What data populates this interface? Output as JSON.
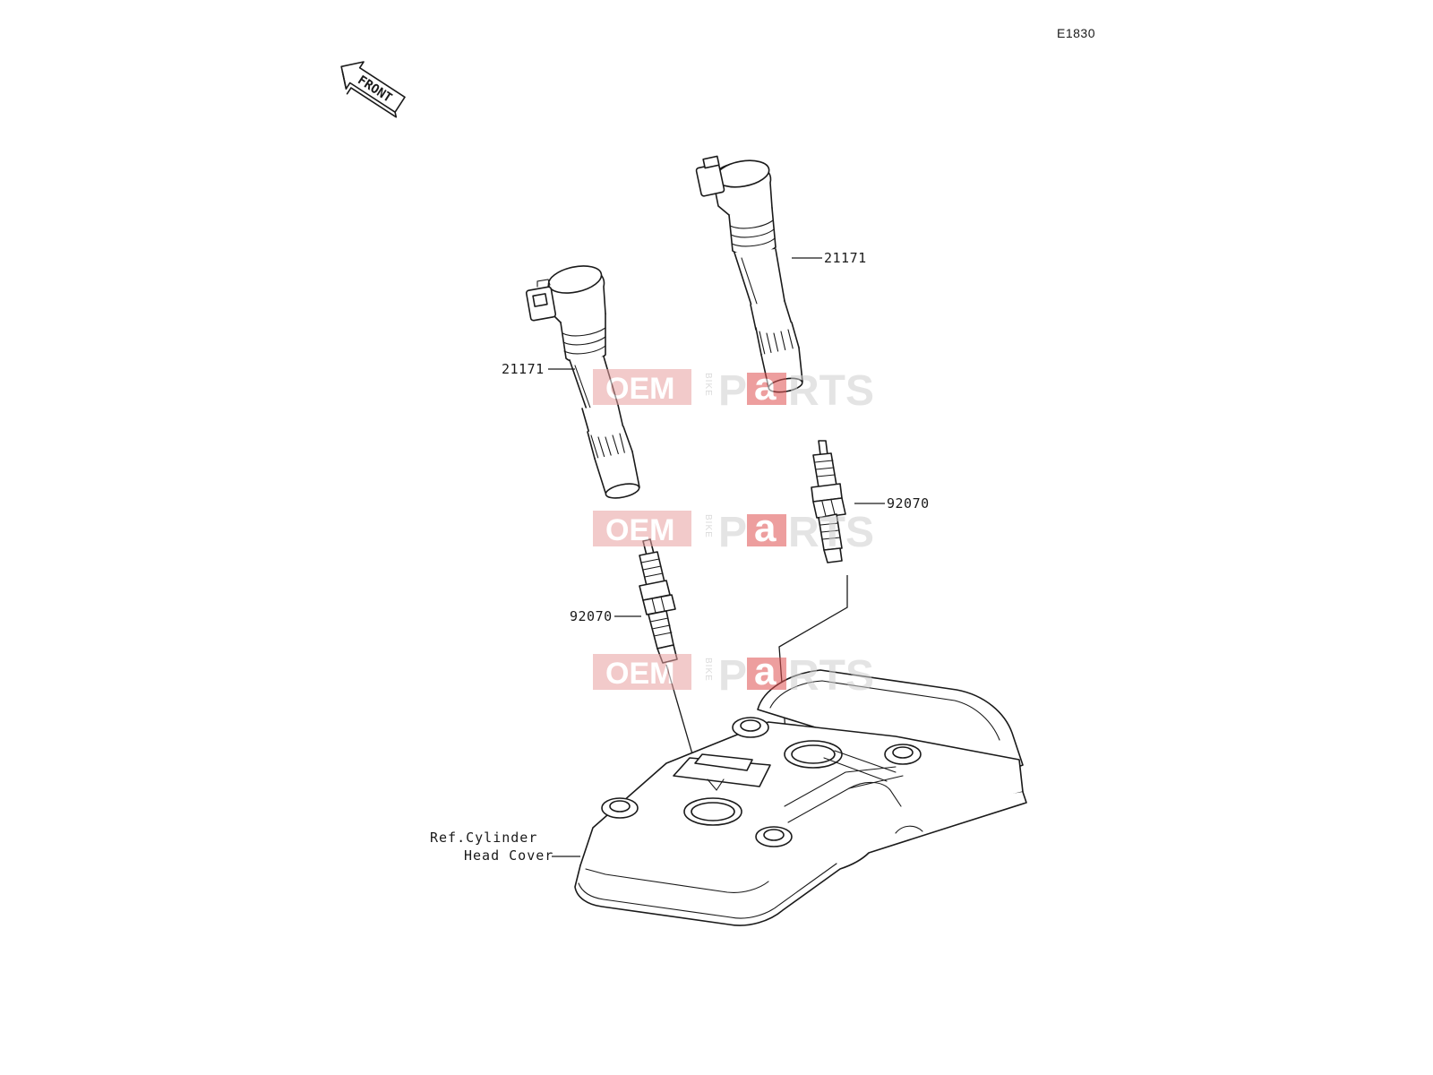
{
  "diagram": {
    "code": "E1830",
    "front_label": "FRONT",
    "labels": {
      "coil_left": "21171",
      "coil_right": "21171",
      "plug_left": "92070",
      "plug_right": "92070",
      "ref_line1": "Ref.Cylinder",
      "ref_line2": "Head Cover"
    }
  },
  "watermark": {
    "oem": "OEM",
    "bike": "BIKE",
    "p": "P",
    "a": "a",
    "rts": "RTS",
    "count": 3
  },
  "colors": {
    "line": "#1a1a1a",
    "watermark_red": "#e8a0a0",
    "watermark_accent": "#e05050",
    "watermark_gray": "#cfcfcf"
  }
}
